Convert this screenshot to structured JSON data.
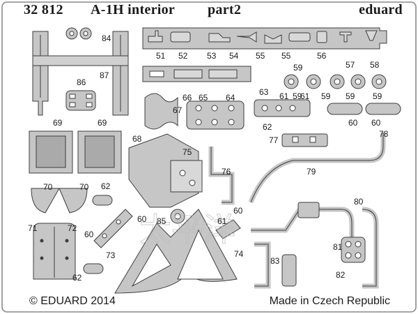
{
  "header": {
    "code": "32 812",
    "title": "A-1H interior",
    "part": "part2",
    "brand": "eduard"
  },
  "footer": {
    "copyright": "© EDUARD 2014",
    "origin": "Made in Czech Republic"
  },
  "watermark": "太平洋",
  "part_numbers": [
    "51",
    "52",
    "53",
    "54",
    "55",
    "55",
    "56",
    "57",
    "58",
    "59",
    "59",
    "59",
    "59",
    "59",
    "60",
    "60",
    "60",
    "60",
    "60",
    "61",
    "61",
    "61",
    "62",
    "62",
    "62",
    "63",
    "64",
    "65",
    "66",
    "67",
    "68",
    "69",
    "69",
    "70",
    "70",
    "71",
    "72",
    "73",
    "74",
    "75",
    "76",
    "77",
    "78",
    "79",
    "80",
    "81",
    "82",
    "83",
    "84",
    "85",
    "86",
    "87"
  ],
  "colors": {
    "metal": "#c6c6c6",
    "edge": "#3d3d3d",
    "frame": "#8a8a8a",
    "text": "#1a1a1a"
  }
}
